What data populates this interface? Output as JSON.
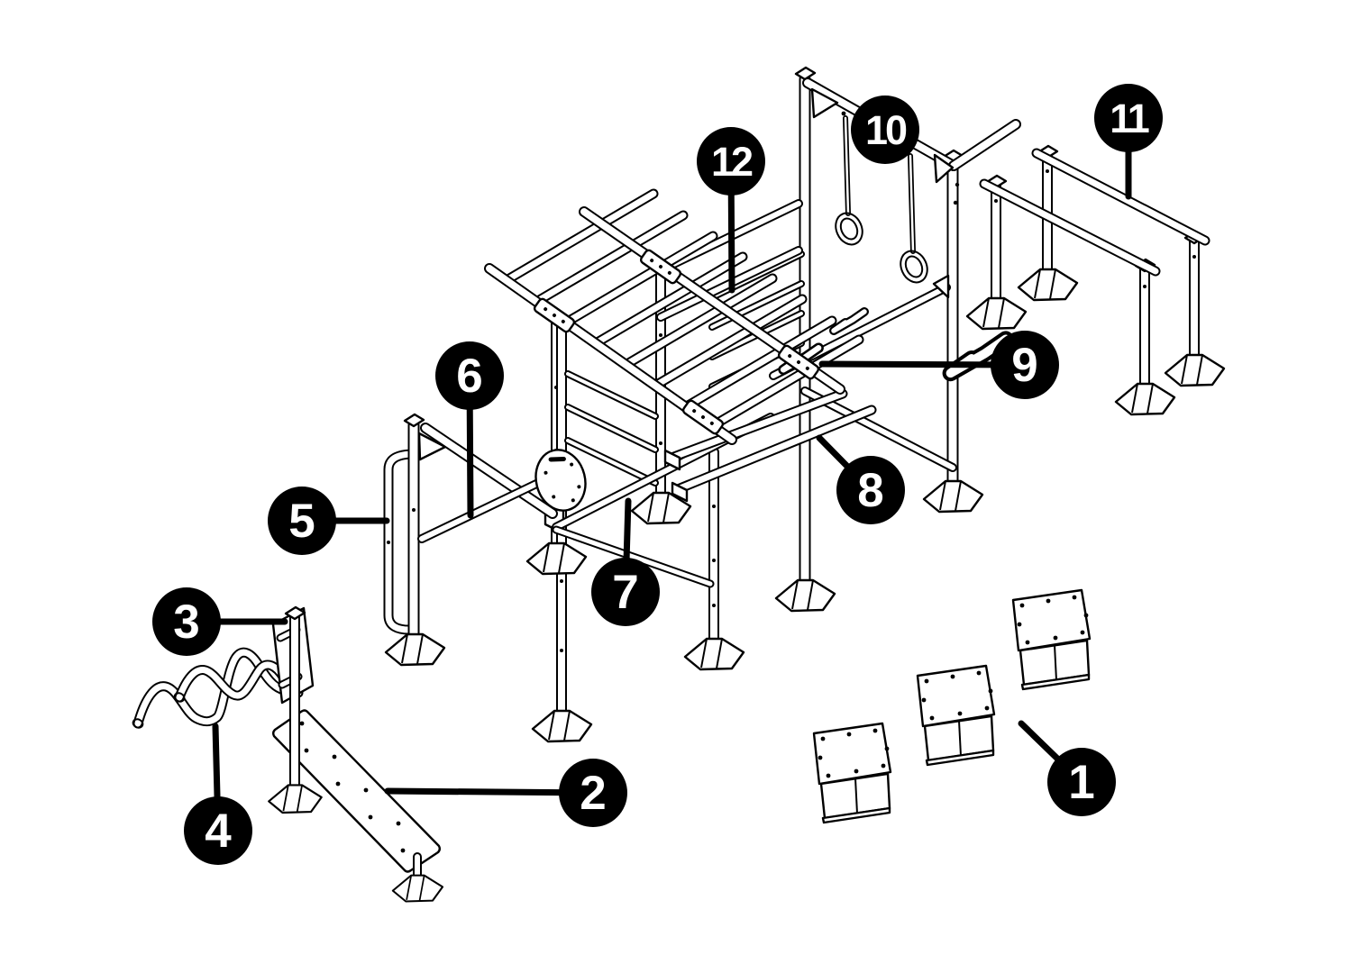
{
  "diagram": {
    "type": "exploded-parts-diagram",
    "subject": "outdoor-calisthenics-workout-rig",
    "colors": {
      "background": "#ffffff",
      "line_art": "#000000",
      "callout_fill": "#000000",
      "callout_text": "#ffffff"
    },
    "callouts": [
      {
        "number": "1",
        "target": "jump-boxes"
      },
      {
        "number": "2",
        "target": "incline-bench-board"
      },
      {
        "number": "3",
        "target": "upright-post-with-plate"
      },
      {
        "number": "4",
        "target": "wave-handle-rail"
      },
      {
        "number": "5",
        "target": "side-frame-loop-rail"
      },
      {
        "number": "6",
        "target": "cross-bar"
      },
      {
        "number": "7",
        "target": "low-incline-bar"
      },
      {
        "number": "8",
        "target": "angled-support-bar"
      },
      {
        "number": "9",
        "target": "pull-up-handle"
      },
      {
        "number": "10",
        "target": "gymnastic-rings"
      },
      {
        "number": "11",
        "target": "parallel-bars"
      },
      {
        "number": "12",
        "target": "monkey-bar-ladder"
      }
    ]
  }
}
